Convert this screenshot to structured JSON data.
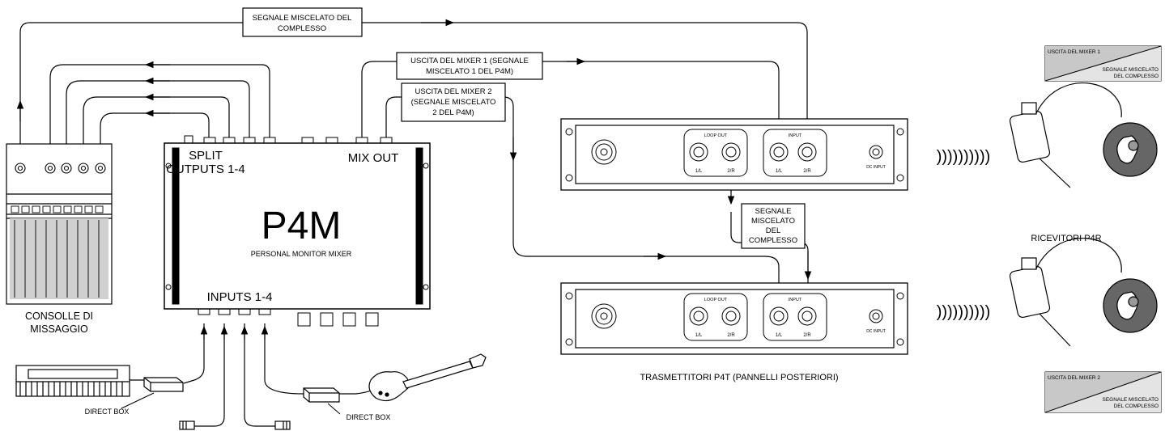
{
  "labels": {
    "mixed_signal_top_1": "SEGNALE MISCELATO DEL",
    "mixed_signal_top_2": "COMPLESSO",
    "mixer1_out_1": "USCITA DEL MIXER 1 (SEGNALE",
    "mixer1_out_2": "MISCELATO 1 DEL P4M)",
    "mixer2_out_1": "USCITA DEL MIXER 2",
    "mixer2_out_2": "(SEGNALE MISCELATO",
    "mixer2_out_3": "2 DEL P4M)",
    "split_outputs_1": "SPLIT",
    "split_outputs_2": "OUTPUTS 1-4",
    "mix_out": "MIX OUT",
    "p4m_title": "P4M",
    "p4m_subtitle": "PERSONAL MONITOR MIXER",
    "inputs": "INPUTS 1-4",
    "console_1": "CONSOLLE DI",
    "console_2": "MISSAGGIO",
    "direct_box_left": "DIRECT BOX",
    "direct_box_right": "DIRECT BOX",
    "mixed_mid_1": "SEGNALE",
    "mixed_mid_2": "MISCELATO",
    "mixed_mid_3": "DEL",
    "mixed_mid_4": "COMPLESSO",
    "loop_out": "LOOP OUT",
    "input": "INPUT",
    "jack_1l": "1/L",
    "jack_2r": "2/R",
    "dc_input": "DC INPUT",
    "receivers": "RICEVITORI P4R",
    "transmitters": "TRASMETTITORI P4T (PANNELLI POSTERIORI)",
    "legend1_top": "USCITA DEL MIXER 1",
    "legend1_bottom_1": "SEGNALE MISCELATO",
    "legend1_bottom_2": "DEL COMPLESSO",
    "legend2_top": "USCITA DEL MIXER 2",
    "legend2_bottom_1": "SEGNALE MISCELATO",
    "legend2_bottom_2": "DEL COMPLESSO",
    "wireless_signal": "))))))))))"
  },
  "colors": {
    "line": "#000000",
    "legend_fill": "#c8c8c8",
    "fader_fill": "#d0d0d0"
  }
}
